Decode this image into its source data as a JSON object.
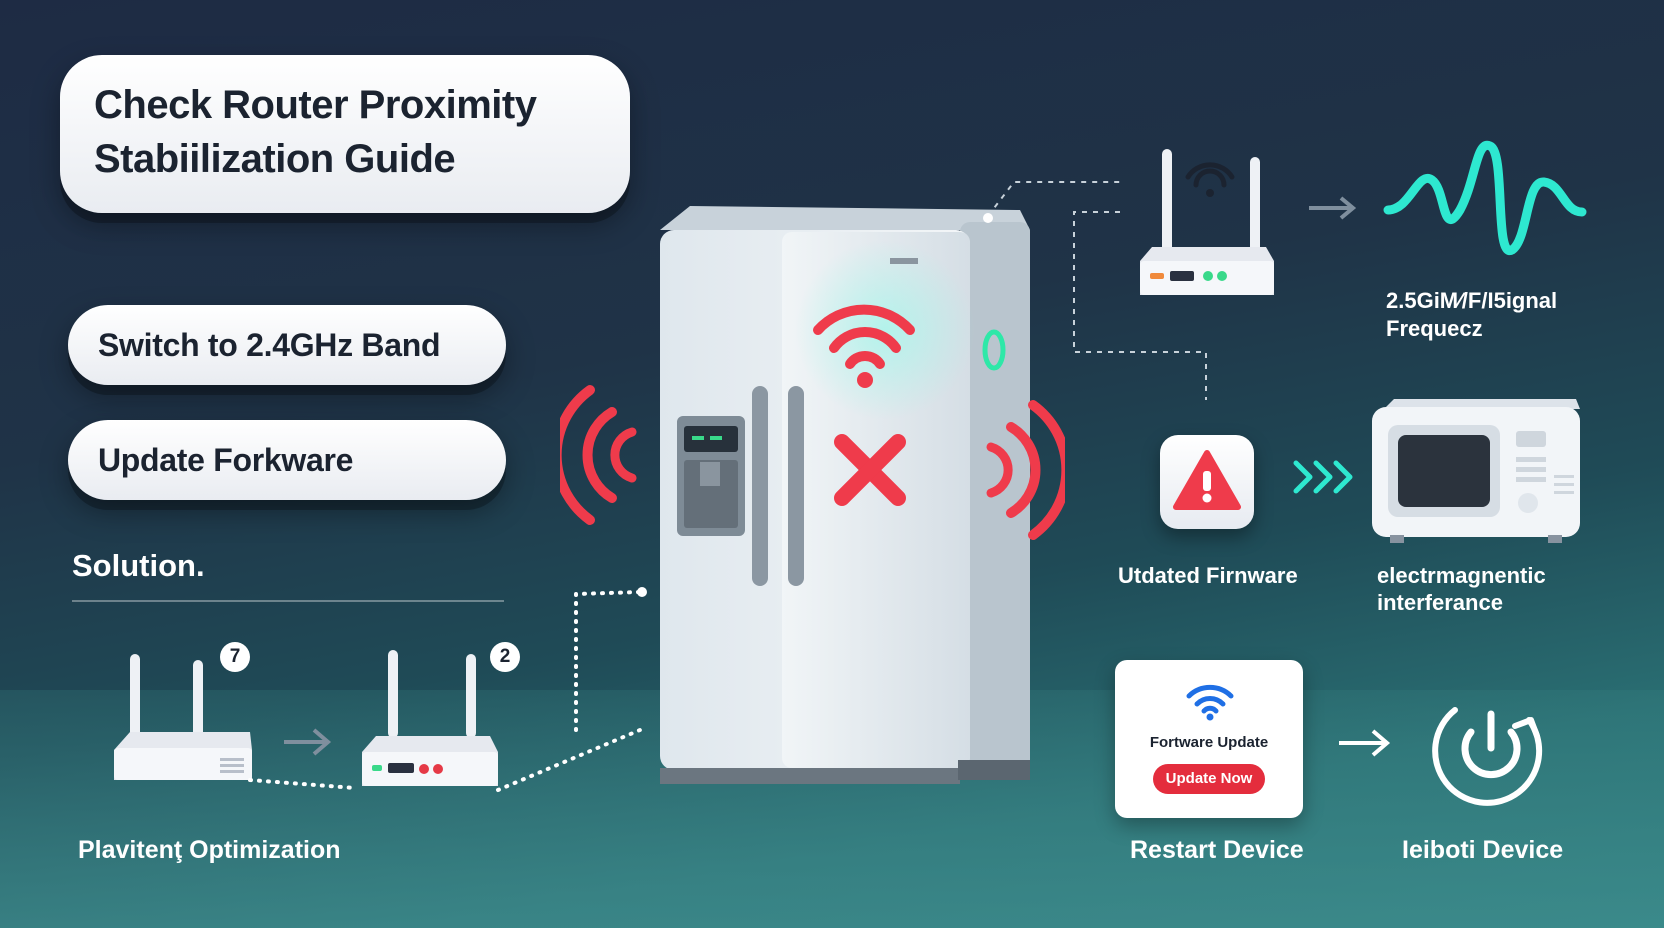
{
  "title": {
    "line1": "Check Router Proximity",
    "line2": "Stabiilization Guide"
  },
  "options": [
    {
      "label": "Switch to 2.4GHz Band"
    },
    {
      "label": "Update Forkware"
    }
  ],
  "solution_heading": "Solution.",
  "steps": [
    {
      "badge": "7"
    },
    {
      "badge": "2"
    }
  ],
  "bottom_labels": {
    "placement": "Plavitenţ  Optimization",
    "restart": "Restart Device",
    "reboot": "Ieiboti Device"
  },
  "right_panel": {
    "signal_label_line1": "2.5GiM⁄/F/I5ignal",
    "signal_label_line2": "Frequecz",
    "firmware_label": "Utdated Firnware",
    "interference_line1": "electrmagnentic",
    "interference_line2": "interferance"
  },
  "update_card": {
    "text": "Fortware Update",
    "button": "Update Now"
  },
  "colors": {
    "accent_red": "#ef3b4b",
    "accent_teal": "#2ee8d0",
    "card_white": "#ffffff",
    "text_dark": "#1b2330"
  },
  "icons": [
    "wifi-icon",
    "warning-icon",
    "power-cycle-icon",
    "chevron-right-icon",
    "arrow-right-icon",
    "x-mark-icon"
  ]
}
